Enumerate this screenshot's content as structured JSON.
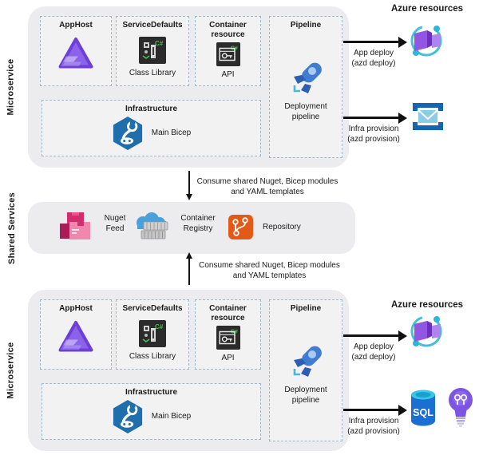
{
  "colors": {
    "group_bg": "#ececee",
    "dashed_border": "#9fb8cc",
    "arrow": "#111111",
    "aspire_purple": "#8a63ea",
    "pipeline_blue": "#3f7cd2",
    "bicep_blue": "#1f6fad",
    "nuget_pink": "#d42d6f",
    "registry_blue": "#4aa0dc",
    "repository_orange": "#e25a15",
    "container_apps_purple": "#9257e2",
    "sql_blue": "#1b6fd0",
    "bulb_purple": "#7d55e3",
    "email_blue": "#1565b4"
  },
  "ms_top": {
    "label": "Microservice",
    "apphost_title": "AppHost",
    "servicedefaults_title": "ServiceDefaults",
    "servicedefaults_caption": "Class Library",
    "container_title": "Container resource",
    "container_caption": "API",
    "pipeline_title": "Pipeline",
    "pipeline_caption": "Deployment pipeline",
    "infrastructure_title": "Infrastructure",
    "infrastructure_caption": "Main Bicep"
  },
  "ms_bottom": {
    "label": "Microservice",
    "apphost_title": "AppHost",
    "servicedefaults_title": "ServiceDefaults",
    "servicedefaults_caption": "Class Library",
    "container_title": "Container resource",
    "container_caption": "API",
    "pipeline_title": "Pipeline",
    "pipeline_caption": "Deployment pipeline",
    "infrastructure_title": "Infrastructure",
    "infrastructure_caption": "Main Bicep"
  },
  "shared": {
    "label": "Shared Services",
    "nuget": "Nuget Feed",
    "registry": "Container Registry",
    "repository": "Repository"
  },
  "consume_top": {
    "line1": "Consume shared Nuget, Bicep modules",
    "line2": "and YAML templates"
  },
  "consume_bottom": {
    "line1": "Consume shared Nuget, Bicep modules",
    "line2": "and YAML templates"
  },
  "azure_top": {
    "title": "Azure resources",
    "app_deploy": "App deploy",
    "app_deploy_cmd": "(azd deploy)",
    "infra_provision": "Infra provision",
    "infra_provision_cmd": "(azd provision)"
  },
  "azure_bottom": {
    "title": "Azure resources",
    "app_deploy": "App deploy",
    "app_deploy_cmd": "(azd deploy)",
    "infra_provision": "Infra provision",
    "infra_provision_cmd": "(azd provision)"
  }
}
